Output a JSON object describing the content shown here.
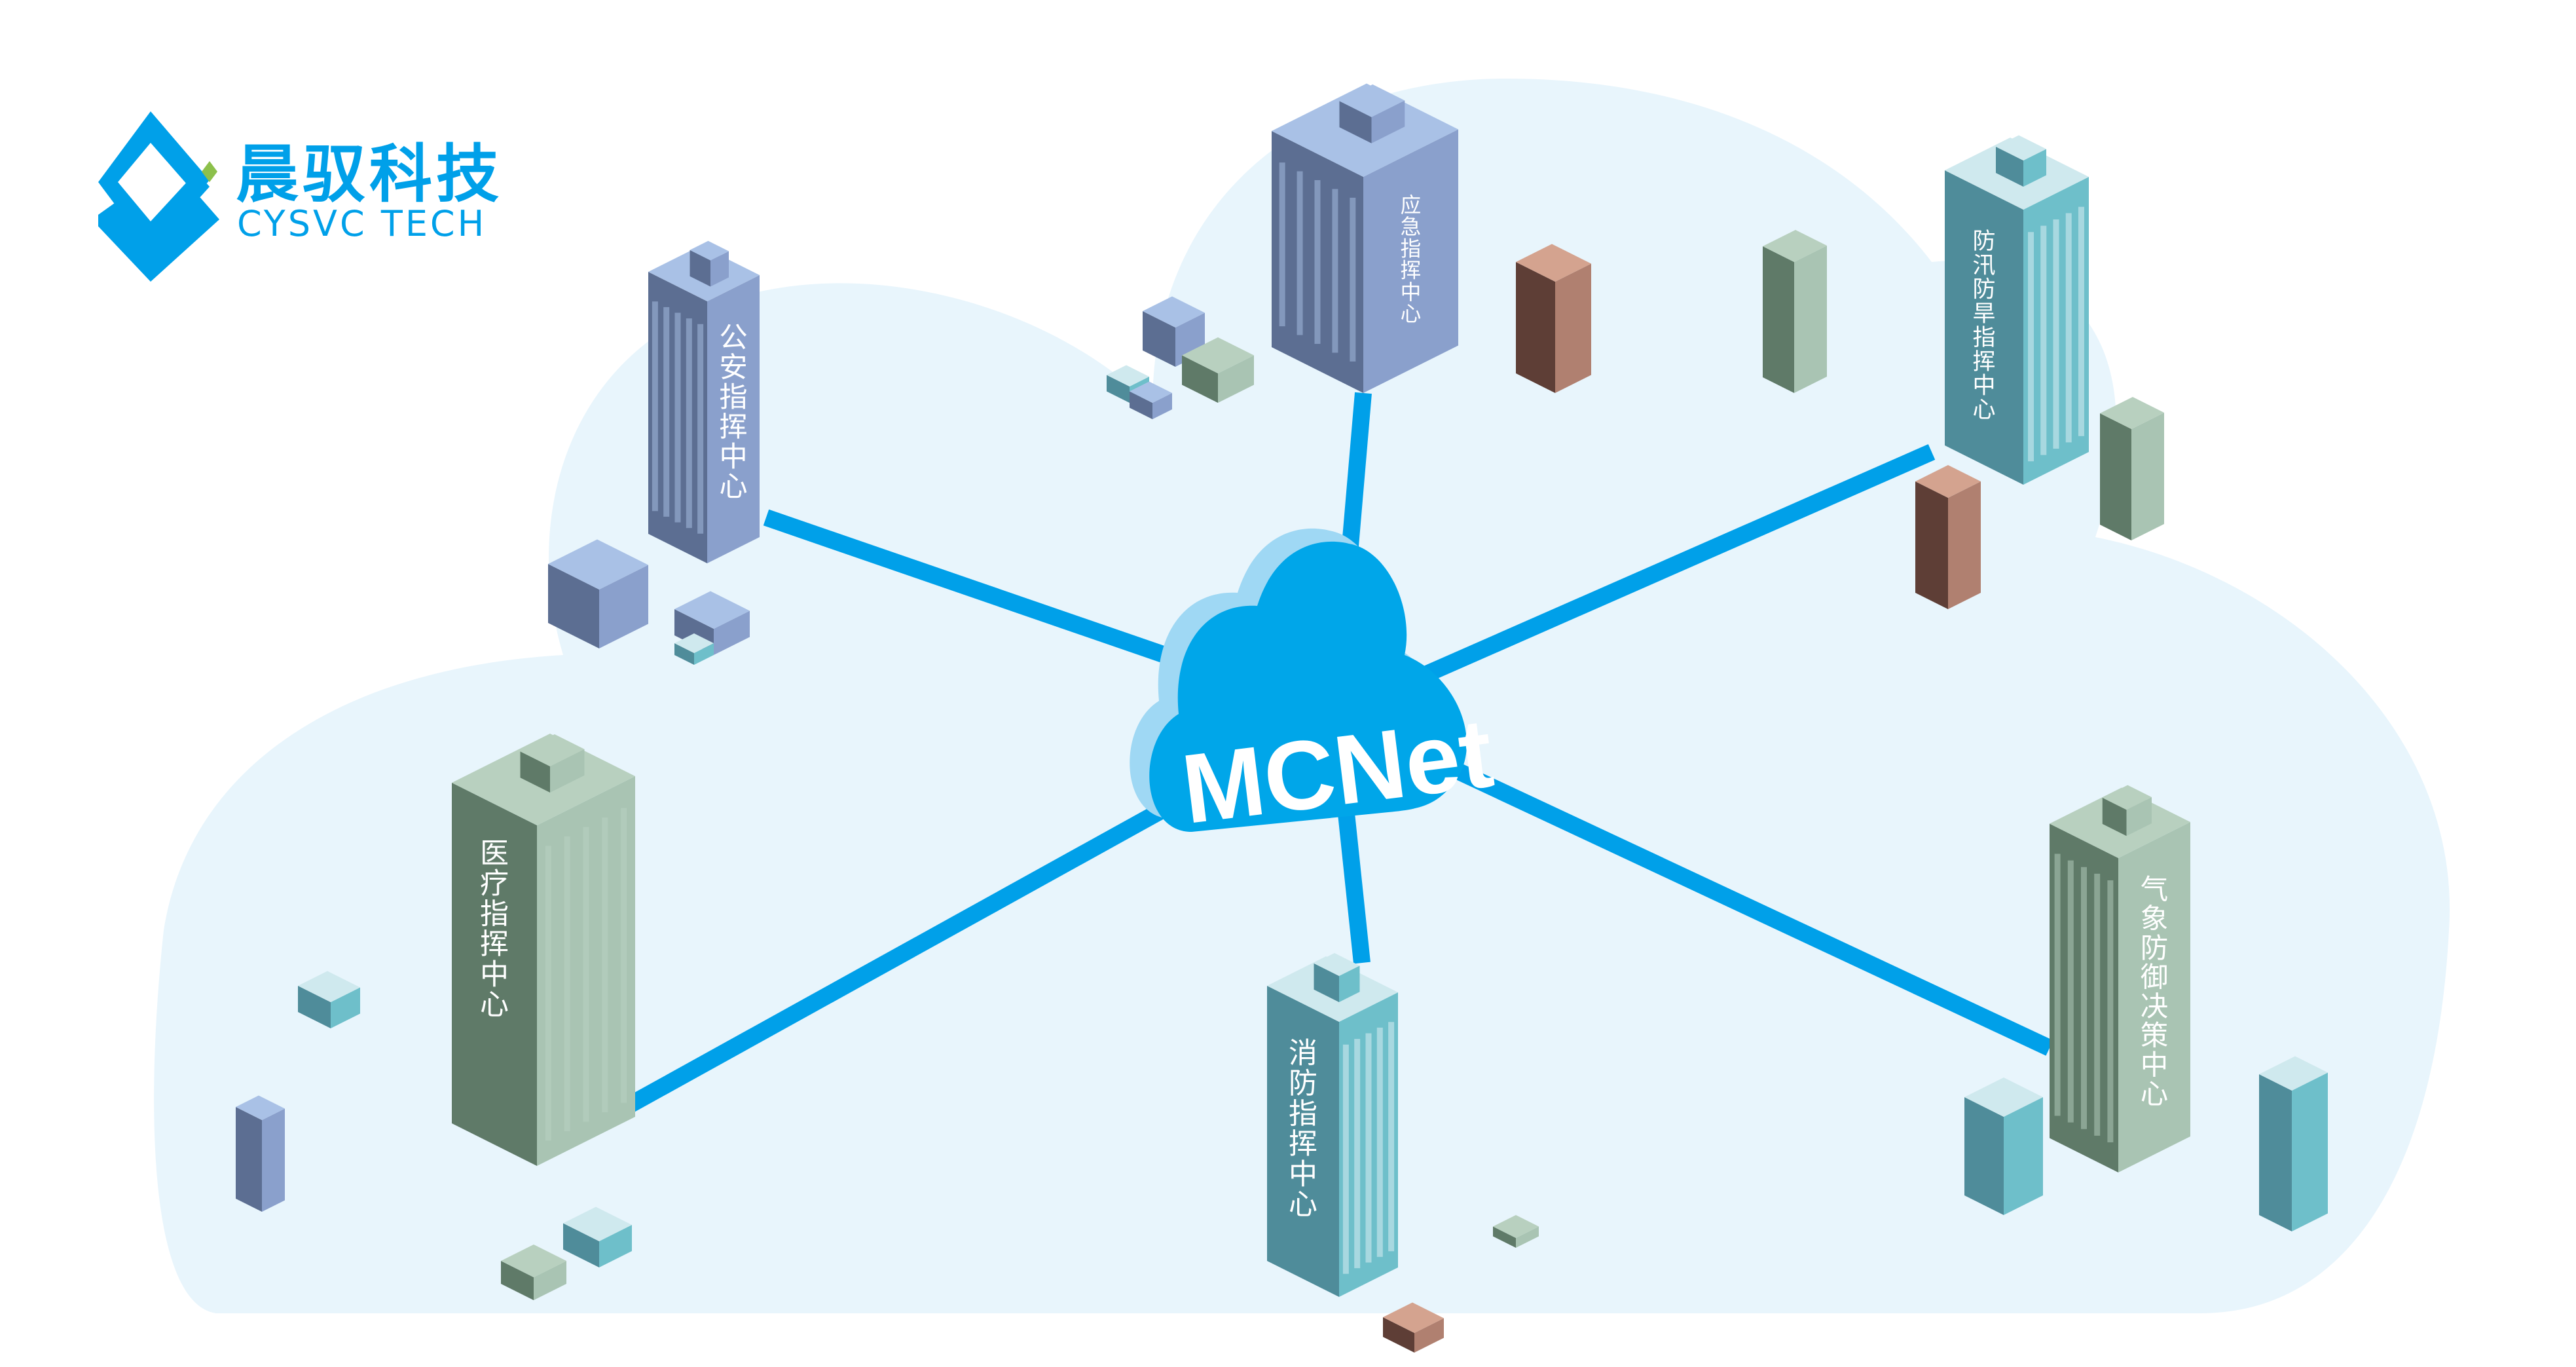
{
  "brand": {
    "name_cn": "晨驭科技",
    "name_en": "CYSVC TECH",
    "color_primary": "#00a0e9",
    "color_accent": "#8cc04b"
  },
  "diagram": {
    "hub": {
      "label": "MCNet",
      "color": "#00a6e9",
      "shade_color": "#9fd8f4"
    },
    "link_color": "#00a0e9",
    "background_color": "#e8f5fc",
    "nodes": [
      {
        "id": "emergency",
        "label": "应急指挥中心",
        "theme": "slate-blue"
      },
      {
        "id": "flood",
        "label": "防汛防旱指挥中心",
        "theme": "teal"
      },
      {
        "id": "police",
        "label": "公安指挥中心",
        "theme": "slate-blue"
      },
      {
        "id": "medical",
        "label": "医疗指挥中心",
        "theme": "sage-green"
      },
      {
        "id": "fire",
        "label": "消防指挥中心",
        "theme": "teal"
      },
      {
        "id": "weather",
        "label": "气象防御决策中心",
        "theme": "sage-green"
      }
    ],
    "themes": {
      "slate-blue": {
        "top": "#a9c1e6",
        "left": "#5c6e92",
        "right": "#8aa0cc"
      },
      "teal": {
        "top": "#cfe9ee",
        "left": "#4f8c9a",
        "right": "#6ebfca"
      },
      "sage-green": {
        "top": "#b8d0bf",
        "left": "#5f7a68",
        "right": "#a9c4b3"
      },
      "brown": {
        "top": "#d4a38f",
        "left": "#5e3e36",
        "right": "#b08070"
      }
    }
  }
}
